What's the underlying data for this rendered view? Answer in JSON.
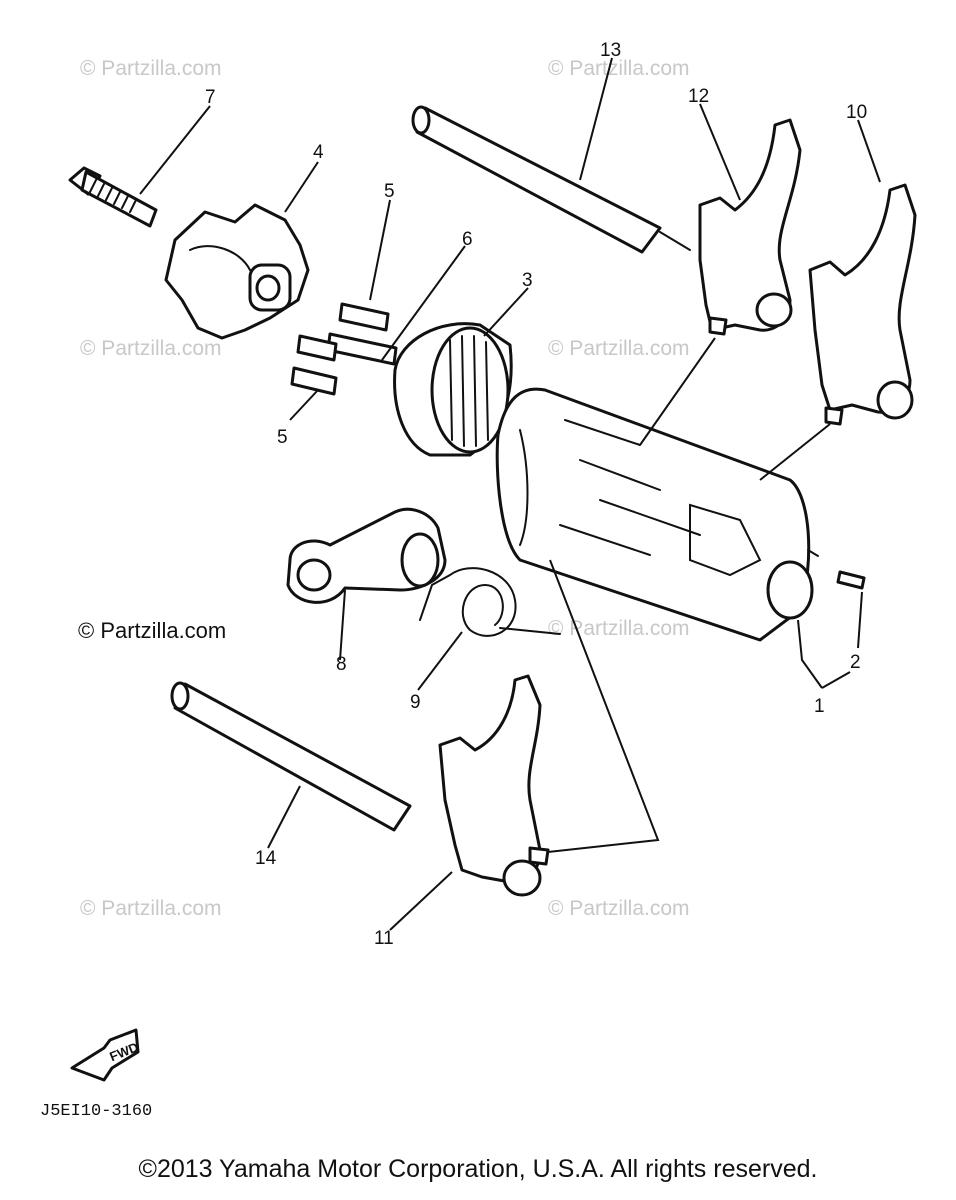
{
  "callouts": {
    "c1": "1",
    "c2": "2",
    "c3": "3",
    "c4": "4",
    "c5a": "5",
    "c5b": "5",
    "c6": "6",
    "c7": "7",
    "c8": "8",
    "c9": "9",
    "c10": "10",
    "c11": "11",
    "c12": "12",
    "c13": "13",
    "c14": "14"
  },
  "watermark": "© Partzilla.com",
  "watermark_prominent": "© Partzilla.com",
  "fwd_label": "FWD",
  "diagram_code": "J5EI10-3160",
  "copyright": "©2013 Yamaha Motor Corporation, U.S.A. All rights reserved.",
  "colors": {
    "line": "#111111",
    "watermark": "#c8c8c8",
    "background": "#ffffff"
  }
}
